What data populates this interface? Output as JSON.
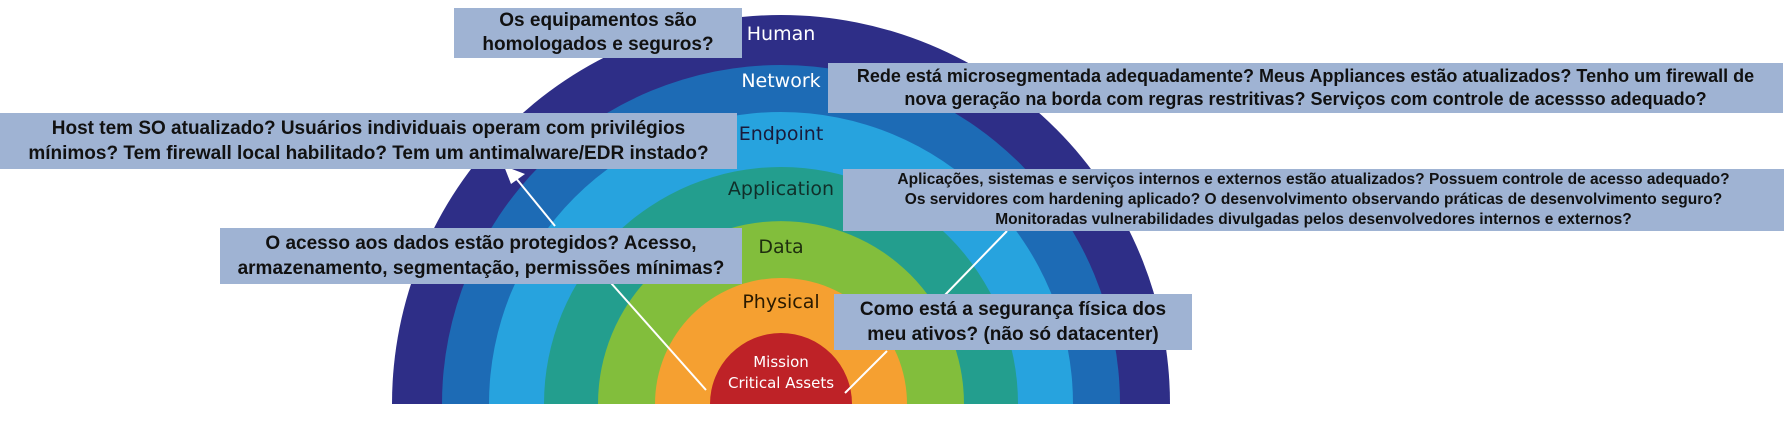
{
  "layers": [
    {
      "id": "human",
      "label": "Human",
      "color": "#2e2e87",
      "label_color": "#ffffff"
    },
    {
      "id": "network",
      "label": "Network",
      "color": "#1d6bb5",
      "label_color": "#ffffff"
    },
    {
      "id": "endpoint",
      "label": "Endpoint",
      "color": "#27a3de",
      "label_color": "#1a1a3a"
    },
    {
      "id": "application",
      "label": "Application",
      "color": "#239e8e",
      "label_color": "#10302a"
    },
    {
      "id": "data",
      "label": "Data",
      "color": "#82be3c",
      "label_color": "#1e2e0e"
    },
    {
      "id": "physical",
      "label": "Physical",
      "color": "#f5a031",
      "label_color": "#2a1a00"
    },
    {
      "id": "mission",
      "label_line1": "Mission",
      "label_line2": "Critical Assets",
      "color": "#be2227",
      "label_color": "#ffffff"
    }
  ],
  "callouts": {
    "human": [
      "Os equipamentos são",
      "homologados e seguros?"
    ],
    "network": [
      "Rede está microsegmentada adequadamente? Meus Appliances estão atualizados? Tenho um firewall de",
      "nova geração na borda com regras restritivas? Serviços com controle de acessso adequado?"
    ],
    "endpoint": [
      "Host tem SO atualizado? Usuários individuais operam com privilégios",
      "mínimos? Tem firewall local habilitado? Tem um antimalware/EDR instado?"
    ],
    "application": [
      "Aplicações, sistemas e serviços internos e externos estão atualizados? Possuem controle de acesso adequado?",
      "Os servidores com hardening aplicado? O desenvolvimento observando práticas de desenvolvimento seguro?",
      "Monitoradas vulnerabilidades divulgadas pelos desenvolvedores internos e externos?"
    ],
    "data": [
      "O acesso aos dados estão protegidos? Acesso,",
      "armazenamento, segmentação, permissões mínimas?"
    ],
    "physical": [
      "Como está a segurança física dos",
      "meu ativos? (não só datacenter)"
    ]
  },
  "colors": {
    "callout_bg": "#9fb3d3",
    "connector": "#ffffff"
  }
}
